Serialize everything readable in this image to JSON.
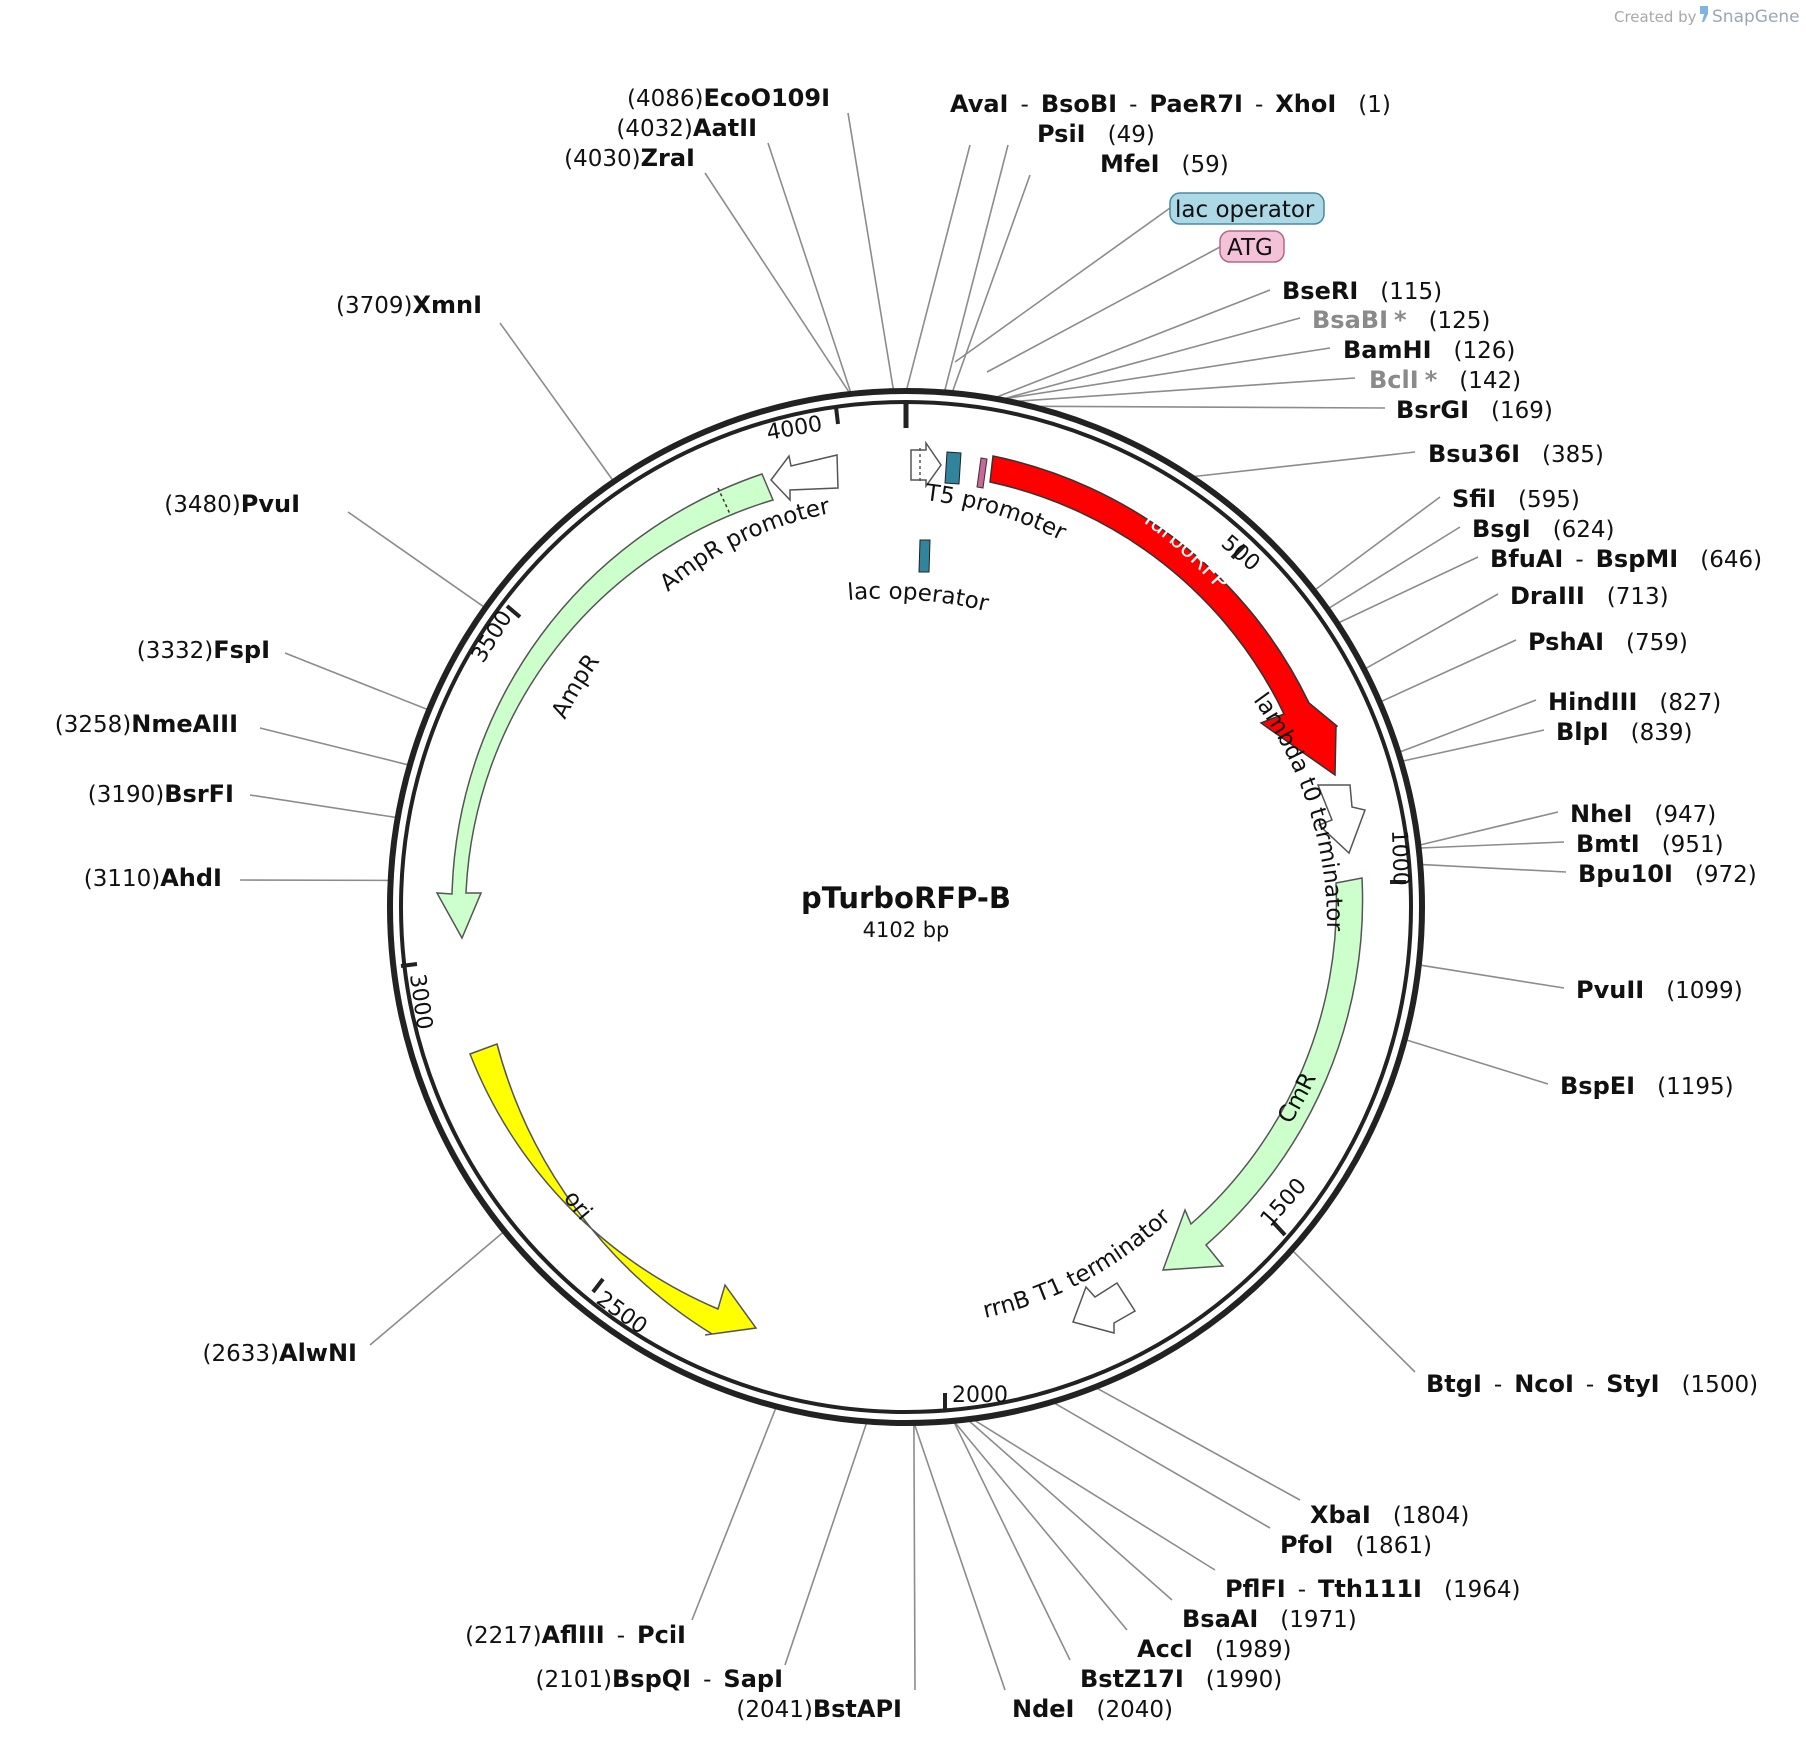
{
  "header": {
    "credit_prefix": "Created by",
    "brand": "SnapGene"
  },
  "plasmid": {
    "name": "pTurboRFP-B",
    "size_label": "4102 bp",
    "length_bp": 4102
  },
  "ticks": [
    "500",
    "1000",
    "1500",
    "2000",
    "2500",
    "3000",
    "3500",
    "4000"
  ],
  "features": {
    "turborfp": "TurboRFP",
    "cmr": "CmR",
    "ori": "ori",
    "ampr": "AmpR",
    "ampr_promoter": "AmpR promoter",
    "t5_promoter": "T5 promoter",
    "lac_operator": "lac operator",
    "lambda_t0": "lambda t0 terminator",
    "rrnb_t1": "rrnB T1 terminator"
  },
  "callouts": {
    "lac_operator": "lac operator",
    "atg": "ATG"
  },
  "colors": {
    "turborfp": "#ff0000",
    "resistance": "#ccffcc",
    "ori": "#ffff00",
    "operator": "#31849b",
    "atg": "#cc6699",
    "lac_chip_fill": "#add8e6",
    "atg_chip_fill": "#f4c2d7"
  },
  "sites": [
    {
      "names": [
        "AvaI",
        "BsoBI",
        "PaeR7I",
        "XhoI"
      ],
      "pos": "(1)"
    },
    {
      "names": [
        "PsiI"
      ],
      "pos": "(49)"
    },
    {
      "names": [
        "MfeI"
      ],
      "pos": "(59)"
    },
    {
      "names": [
        "BseRI"
      ],
      "pos": "(115)"
    },
    {
      "names": [
        "BsaBI"
      ],
      "pos": "(125)",
      "dim": true
    },
    {
      "names": [
        "BamHI"
      ],
      "pos": "(126)"
    },
    {
      "names": [
        "BclI"
      ],
      "pos": "(142)",
      "dim": true
    },
    {
      "names": [
        "BsrGI"
      ],
      "pos": "(169)"
    },
    {
      "names": [
        "Bsu36I"
      ],
      "pos": "(385)"
    },
    {
      "names": [
        "SfiI"
      ],
      "pos": "(595)"
    },
    {
      "names": [
        "BsgI"
      ],
      "pos": "(624)"
    },
    {
      "names": [
        "BfuAI",
        "BspMI"
      ],
      "pos": "(646)"
    },
    {
      "names": [
        "DraIII"
      ],
      "pos": "(713)"
    },
    {
      "names": [
        "PshAI"
      ],
      "pos": "(759)"
    },
    {
      "names": [
        "HindIII"
      ],
      "pos": "(827)"
    },
    {
      "names": [
        "BlpI"
      ],
      "pos": "(839)"
    },
    {
      "names": [
        "NheI"
      ],
      "pos": "(947)"
    },
    {
      "names": [
        "BmtI"
      ],
      "pos": "(951)"
    },
    {
      "names": [
        "Bpu10I"
      ],
      "pos": "(972)"
    },
    {
      "names": [
        "PvuII"
      ],
      "pos": "(1099)"
    },
    {
      "names": [
        "BspEI"
      ],
      "pos": "(1195)"
    },
    {
      "names": [
        "BtgI",
        "NcoI",
        "StyI"
      ],
      "pos": "(1500)"
    },
    {
      "names": [
        "XbaI"
      ],
      "pos": "(1804)"
    },
    {
      "names": [
        "PfoI"
      ],
      "pos": "(1861)"
    },
    {
      "names": [
        "PflFI",
        "Tth111I"
      ],
      "pos": "(1964)"
    },
    {
      "names": [
        "BsaAI"
      ],
      "pos": "(1971)"
    },
    {
      "names": [
        "AccI"
      ],
      "pos": "(1989)"
    },
    {
      "names": [
        "BstZ17I"
      ],
      "pos": "(1990)"
    },
    {
      "names": [
        "NdeI"
      ],
      "pos": "(2040)"
    },
    {
      "names": [
        "BstAPI"
      ],
      "pos": "(2041)"
    },
    {
      "names": [
        "BspQI",
        "SapI"
      ],
      "pos": "(2101)"
    },
    {
      "names": [
        "AflIII",
        "PciI"
      ],
      "pos": "(2217)"
    },
    {
      "names": [
        "AlwNI"
      ],
      "pos": "(2633)"
    },
    {
      "names": [
        "AhdI"
      ],
      "pos": "(3110)"
    },
    {
      "names": [
        "BsrFI"
      ],
      "pos": "(3190)"
    },
    {
      "names": [
        "NmeAIII"
      ],
      "pos": "(3258)"
    },
    {
      "names": [
        "FspI"
      ],
      "pos": "(3332)"
    },
    {
      "names": [
        "PvuI"
      ],
      "pos": "(3480)"
    },
    {
      "names": [
        "XmnI"
      ],
      "pos": "(3709)"
    },
    {
      "names": [
        "ZraI"
      ],
      "pos": "(4030)"
    },
    {
      "names": [
        "AatII"
      ],
      "pos": "(4032)"
    },
    {
      "names": [
        "EcoO109I"
      ],
      "pos": "(4086)"
    }
  ]
}
